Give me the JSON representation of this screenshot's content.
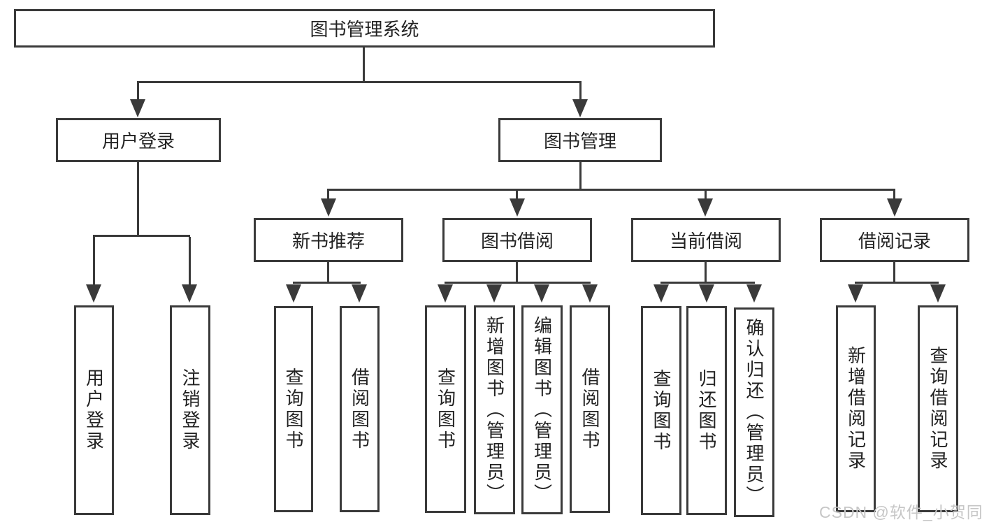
{
  "diagram": {
    "type": "hierarchy-tree",
    "title": "图书管理系统",
    "hierarchy": {
      "图书管理系统": {
        "用户登录": [
          "用户登录",
          "注销登录"
        ],
        "图书管理": {
          "新书推荐": [
            "查询图书",
            "借阅图书"
          ],
          "图书借阅": [
            "查询图书",
            "新增图书（管理员）",
            "编辑图书（管理员）",
            "借阅图书"
          ],
          "当前借阅": [
            "查询图书",
            "归还图书",
            "确认归还（管理员）"
          ],
          "借阅记录": [
            "新增借阅记录",
            "查询借阅记录"
          ]
        }
      }
    }
  },
  "nodes": {
    "root": "图书管理系统",
    "user_login": "用户登录",
    "book_mgmt": "图书管理",
    "new_book_rec": "新书推荐",
    "book_borrow": "图书借阅",
    "current_borrow": "当前借阅",
    "borrow_records": "借阅记录",
    "ul_user_login": "用户登录",
    "ul_logout": "注销登录",
    "nbr_query_book": "查询图书",
    "nbr_borrow_book": "借阅图书",
    "bb_query_book": "查询图书",
    "bb_add_book": "新增图书（管理员）",
    "bb_edit_book": "编辑图书（管理员）",
    "bb_borrow_book": "借阅图书",
    "cb_query_book": "查询图书",
    "cb_return_book": "归还图书",
    "cb_confirm_return": "确认归还（管理员）",
    "br_add_record": "新增借阅记录",
    "br_query_record": "查询借阅记录"
  },
  "watermark": {
    "text": "CSDN @软件_小贺同学",
    "color": "#c6c6c6"
  },
  "colors": {
    "line": "#3a3a3a",
    "text": "#222222",
    "box_background": "#ffffff"
  }
}
